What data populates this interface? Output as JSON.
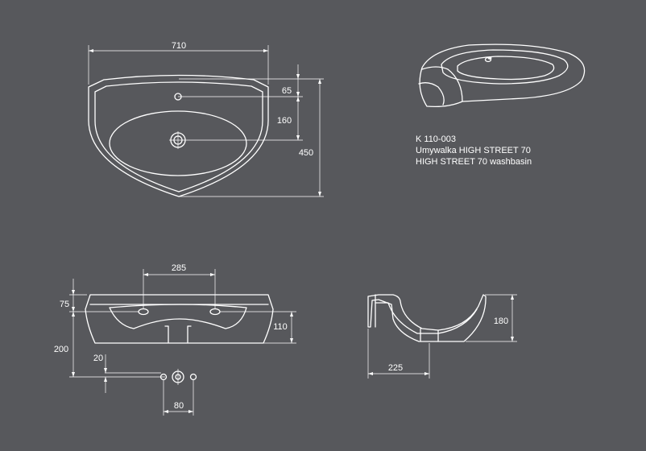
{
  "caption": {
    "code": "K 110-003",
    "name_pl": "Umywalka HIGH STREET 70",
    "name_en": "HIGH STREET 70 washbasin"
  },
  "dimensions": {
    "width": "710",
    "tap_offset": "65",
    "drain_offset": "160",
    "depth": "450",
    "mount_spacing": "285",
    "front_height": "75",
    "mount_height": "110",
    "drain_height": "200",
    "waste_offset": "20",
    "waste_spacing": "80",
    "side_height": "180",
    "side_depth": "225"
  },
  "colors": {
    "background": "#57585c",
    "line": "#ffffff"
  }
}
